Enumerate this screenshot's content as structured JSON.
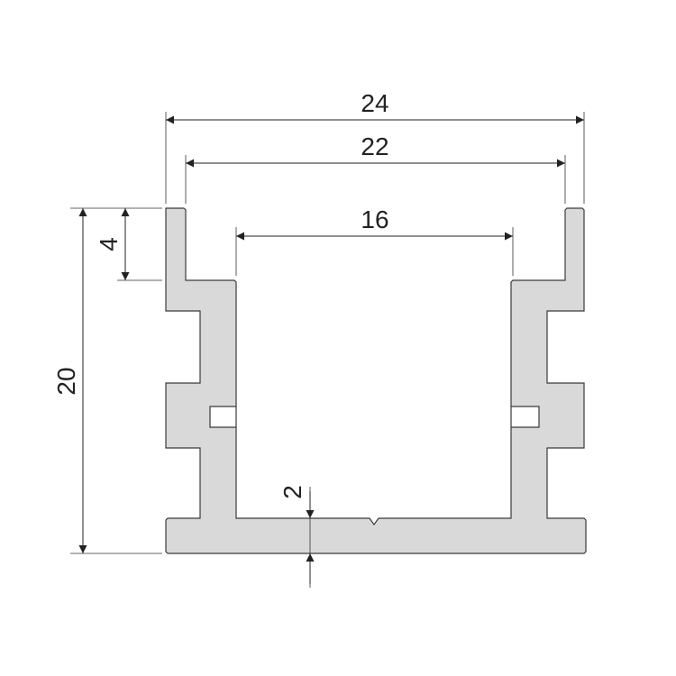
{
  "diagram": {
    "profile_fill": "#d9d9d9",
    "profile_stroke": "#3a3a3a",
    "line_color": "#222222",
    "dimensions": {
      "overall_width": "24",
      "inner_top_width": "22",
      "channel_width": "16",
      "overall_height": "20",
      "lip_height": "4",
      "base_thickness": "2"
    }
  }
}
